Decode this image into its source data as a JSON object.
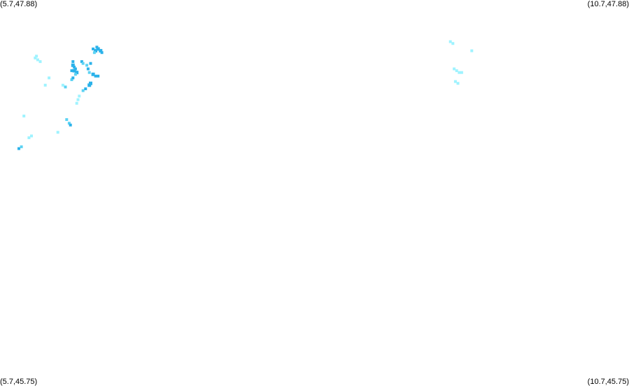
{
  "corners": {
    "top_left": "(5.7,47.88)",
    "top_right": "(10.7,47.88)",
    "bottom_left": "(5.7,45.75)",
    "bottom_right": "(10.7,45.75)"
  },
  "extent": {
    "lon_min": 5.7,
    "lon_max": 10.7,
    "lat_min": 45.75,
    "lat_max": 47.88
  },
  "colors": {
    "background": "#ffffff",
    "light": "#9ff3ff",
    "medium": "#5dd3f3",
    "dark": "#2bb2ea"
  },
  "points": [
    [
      6.44,
      47.61,
      2
    ],
    [
      6.46,
      47.6,
      3
    ],
    [
      6.48,
      47.61,
      3
    ],
    [
      6.47,
      47.62,
      2
    ],
    [
      6.5,
      47.6,
      3
    ],
    [
      6.51,
      47.59,
      2
    ],
    [
      6.45,
      47.59,
      1
    ],
    [
      5.98,
      47.56,
      0
    ],
    [
      6.0,
      47.55,
      0
    ],
    [
      6.02,
      47.54,
      0
    ],
    [
      5.99,
      47.57,
      0
    ],
    [
      6.28,
      47.54,
      2
    ],
    [
      6.28,
      47.52,
      3
    ],
    [
      6.29,
      47.49,
      3
    ],
    [
      6.3,
      47.5,
      2
    ],
    [
      6.27,
      47.49,
      2
    ],
    [
      6.31,
      47.48,
      3
    ],
    [
      6.3,
      47.47,
      1
    ],
    [
      6.29,
      47.51,
      2
    ],
    [
      6.35,
      47.54,
      2
    ],
    [
      6.36,
      47.53,
      1
    ],
    [
      6.39,
      47.52,
      1
    ],
    [
      6.4,
      47.5,
      2
    ],
    [
      6.42,
      47.53,
      2
    ],
    [
      6.44,
      47.47,
      3
    ],
    [
      6.46,
      47.46,
      2
    ],
    [
      6.48,
      47.46,
      2
    ],
    [
      6.41,
      47.48,
      1
    ],
    [
      6.27,
      47.44,
      1
    ],
    [
      6.28,
      47.45,
      2
    ],
    [
      6.09,
      47.45,
      0
    ],
    [
      6.06,
      47.41,
      0
    ],
    [
      6.2,
      47.41,
      0
    ],
    [
      6.22,
      47.4,
      1
    ],
    [
      6.41,
      47.41,
      3
    ],
    [
      6.42,
      47.42,
      3
    ],
    [
      6.36,
      47.38,
      1
    ],
    [
      6.38,
      47.39,
      2
    ],
    [
      6.33,
      47.35,
      0
    ],
    [
      6.32,
      47.33,
      0
    ],
    [
      6.31,
      47.31,
      0
    ],
    [
      5.89,
      47.24,
      0
    ],
    [
      6.23,
      47.22,
      1
    ],
    [
      6.25,
      47.2,
      1
    ],
    [
      6.26,
      47.19,
      2
    ],
    [
      6.16,
      47.15,
      0
    ],
    [
      5.93,
      47.12,
      0
    ],
    [
      5.95,
      47.13,
      0
    ],
    [
      5.85,
      47.06,
      2
    ],
    [
      5.87,
      47.07,
      1
    ],
    [
      9.28,
      47.65,
      0
    ],
    [
      9.3,
      47.64,
      0
    ],
    [
      9.45,
      47.6,
      0
    ],
    [
      9.31,
      47.5,
      0
    ],
    [
      9.33,
      47.49,
      0
    ],
    [
      9.35,
      47.48,
      0
    ],
    [
      9.37,
      47.48,
      0
    ],
    [
      9.32,
      47.43,
      0
    ],
    [
      9.34,
      47.42,
      0
    ]
  ]
}
